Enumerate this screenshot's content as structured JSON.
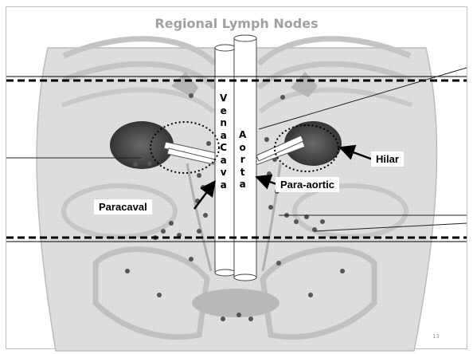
{
  "slide": {
    "title": "Regional Lymph Nodes",
    "number": "13"
  },
  "vessels": {
    "vena_cava": "Vena Cava",
    "aorta": "Aorta"
  },
  "labels": {
    "hilar": "Hilar",
    "para_aortic": "Para-aortic",
    "paracaval": "Paracaval"
  },
  "colors": {
    "background": "#ffffff",
    "illustration_gray": "#c8c8c8",
    "kidney": "#4a4a4a",
    "dashed_line": "#000000",
    "title": "#a0a0a0"
  }
}
